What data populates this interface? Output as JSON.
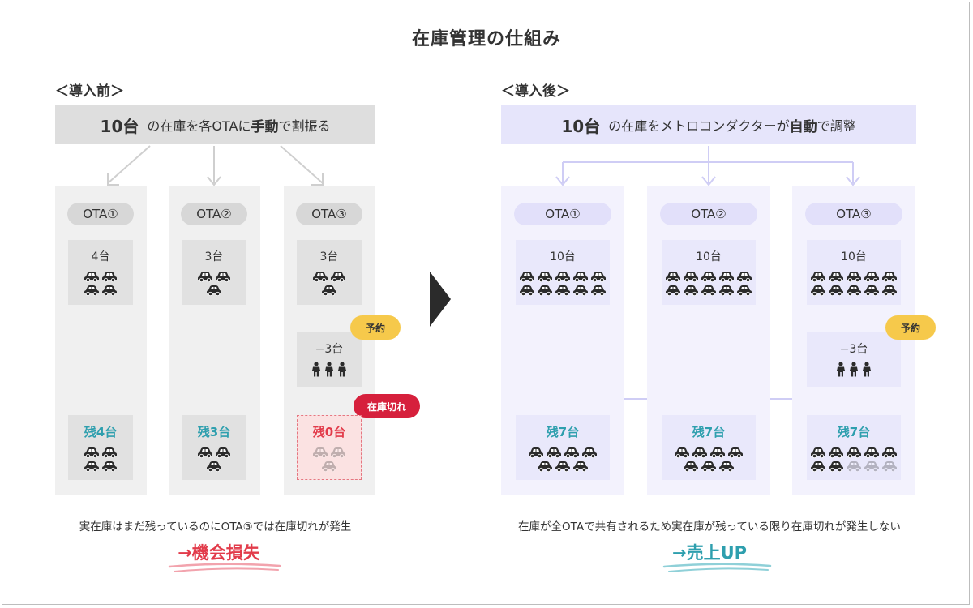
{
  "title": "在庫管理の仕組み",
  "colors": {
    "red": "#e23b4a",
    "teal": "#2e9fae",
    "before_gray": "#dedede",
    "after_lavender": "#e6e5fb",
    "bubble_yellow": "#f6c94b",
    "bubble_red": "#d6203c"
  },
  "before": {
    "label": "＜導入前＞",
    "header": {
      "count": "10台",
      "pre": "の在庫を各OTAに",
      "bold": "手動",
      "post": "で割振る"
    },
    "columns": [
      {
        "ota": "OTA①",
        "alloc": "4台",
        "alloc_cars": 4,
        "remain": "残4台",
        "remain_cars": 4
      },
      {
        "ota": "OTA②",
        "alloc": "3台",
        "alloc_cars": 3,
        "remain": "残3台",
        "remain_cars": 3
      },
      {
        "ota": "OTA③",
        "alloc": "3台",
        "alloc_cars": 3,
        "booking": "−3台",
        "people": 3,
        "remain": "残0台",
        "remain_cars": 0
      }
    ],
    "bubble_booking": "予約",
    "bubble_out": "在庫切れ",
    "caption": "実在庫はまだ残っているのにOTA③では在庫切れが発生",
    "result": "→機会損失"
  },
  "after": {
    "label": "＜導入後＞",
    "header": {
      "count": "10台",
      "pre": "の在庫をメトロコンダクターが",
      "bold": "自動",
      "post": "で調整"
    },
    "columns": [
      {
        "ota": "OTA①",
        "alloc": "10台",
        "alloc_cars": 10,
        "remain": "残7台",
        "remain_cars": 7
      },
      {
        "ota": "OTA②",
        "alloc": "10台",
        "alloc_cars": 10,
        "remain": "残7台",
        "remain_cars": 7
      },
      {
        "ota": "OTA③",
        "alloc": "10台",
        "alloc_cars": 10,
        "booking": "−3台",
        "people": 3,
        "remain": "残7台",
        "remain_cars": 7
      }
    ],
    "bubble_booking": "予約",
    "caption": "在庫が全OTAで共有されるため実在庫が残っている限り在庫切れが発生しない",
    "result": "→売上UP"
  }
}
